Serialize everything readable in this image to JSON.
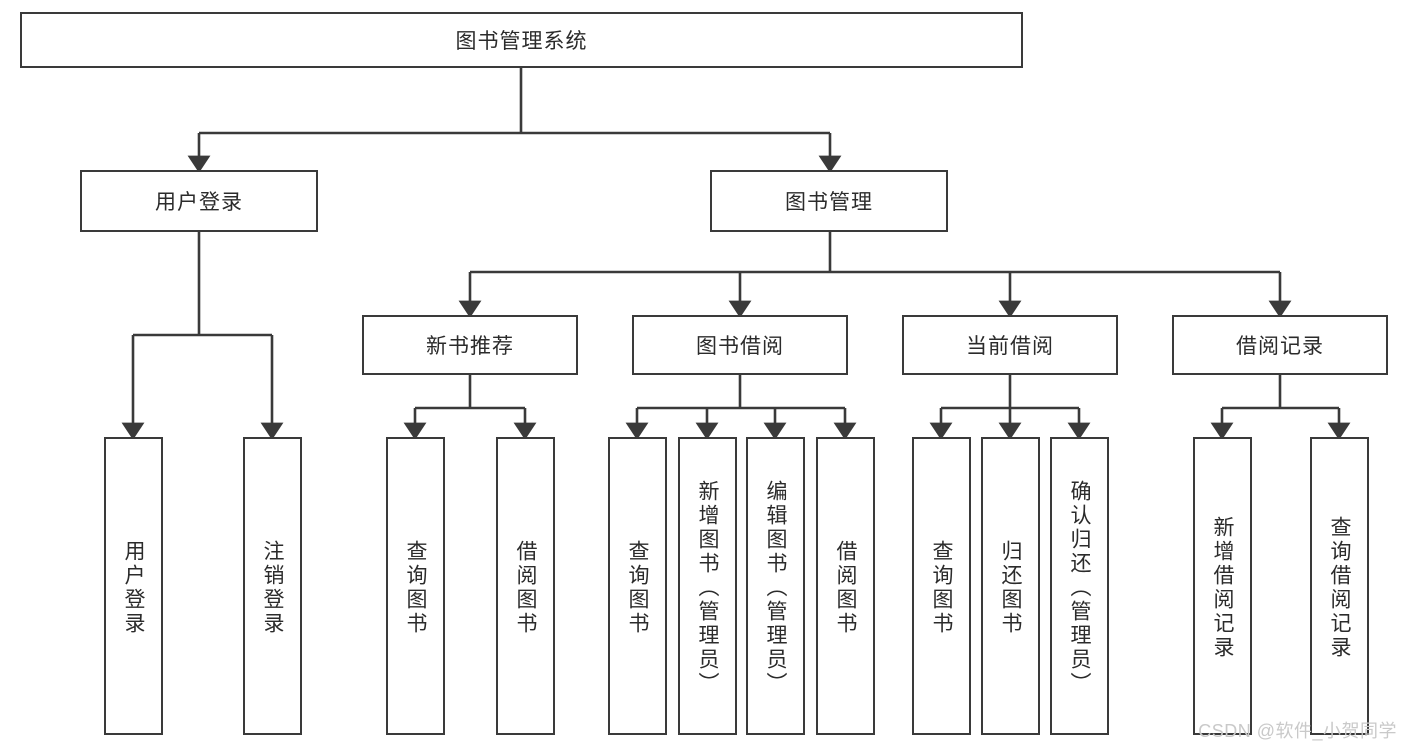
{
  "diagram": {
    "type": "tree-hierarchy",
    "title": "图书管理系统",
    "watermark": "CSDN @软件_小贺同学",
    "colors": {
      "box_border": "#3a3a3a",
      "box_fill": "#ffffff",
      "edge": "#3a3a3a",
      "text": "#2b2b2b",
      "watermark": "#c9c9c9"
    },
    "nodes": {
      "root": {
        "label": "图书管理系统",
        "orientation": "horizontal"
      },
      "l2": [
        {
          "id": "user-login",
          "label": "用户登录",
          "orientation": "horizontal"
        },
        {
          "id": "book-manage",
          "label": "图书管理",
          "orientation": "horizontal"
        }
      ],
      "l3": [
        {
          "id": "new-book-rec",
          "label": "新书推荐",
          "orientation": "horizontal"
        },
        {
          "id": "book-borrow",
          "label": "图书借阅",
          "orientation": "horizontal"
        },
        {
          "id": "current-borrow",
          "label": "当前借阅",
          "orientation": "horizontal"
        },
        {
          "id": "borrow-record",
          "label": "借阅记录",
          "orientation": "horizontal"
        }
      ],
      "leaves": [
        {
          "id": "leaf-user-login",
          "label": "用户登录",
          "orientation": "vertical",
          "parent": "user-login"
        },
        {
          "id": "leaf-logout-login",
          "label": "注销登录",
          "orientation": "vertical",
          "parent": "user-login"
        },
        {
          "id": "leaf-query-book-1",
          "label": "查询图书",
          "orientation": "vertical",
          "parent": "new-book-rec"
        },
        {
          "id": "leaf-borrow-book-1",
          "label": "借阅图书",
          "orientation": "vertical",
          "parent": "new-book-rec"
        },
        {
          "id": "leaf-query-book-2",
          "label": "查询图书",
          "orientation": "vertical",
          "parent": "book-borrow"
        },
        {
          "id": "leaf-add-book-admin",
          "label": "新增图书（管理员）",
          "orientation": "vertical",
          "parent": "book-borrow"
        },
        {
          "id": "leaf-edit-book-admin",
          "label": "编辑图书（管理员）",
          "orientation": "vertical",
          "parent": "book-borrow"
        },
        {
          "id": "leaf-borrow-book-2",
          "label": "借阅图书",
          "orientation": "vertical",
          "parent": "book-borrow"
        },
        {
          "id": "leaf-query-book-3",
          "label": "查询图书",
          "orientation": "vertical",
          "parent": "current-borrow"
        },
        {
          "id": "leaf-return-book",
          "label": "归还图书",
          "orientation": "vertical",
          "parent": "current-borrow"
        },
        {
          "id": "leaf-confirm-return-admin",
          "label": "确认归还（管理员）",
          "orientation": "vertical",
          "parent": "current-borrow"
        },
        {
          "id": "leaf-add-borrow-record",
          "label": "新增借阅记录",
          "orientation": "vertical",
          "parent": "borrow-record"
        },
        {
          "id": "leaf-query-borrow-record",
          "label": "查询借阅记录",
          "orientation": "vertical",
          "parent": "borrow-record"
        }
      ]
    }
  }
}
